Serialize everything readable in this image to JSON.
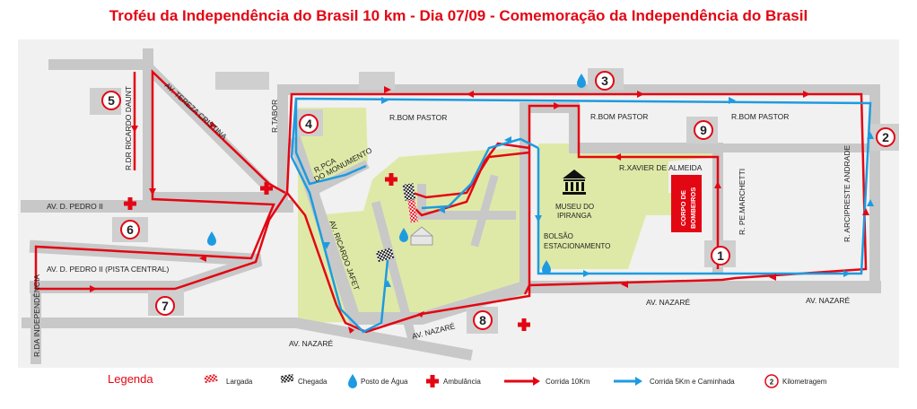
{
  "title": "Troféu da Independência do Brasil 10 km - Dia 07/09 - Comemoração da Independência do Brasil",
  "colors": {
    "route_10k": "#e30613",
    "route_5k": "#1e9be0",
    "street": "#c8c8c8",
    "park": "#dfe9a7",
    "title": "#e30613"
  },
  "streets": {
    "tereza_cristina": "AV. TEREZA CRISTINA",
    "ricardo_daunt": "R.DR RICARDO DAUNT",
    "tabor": "R.TABOR",
    "bom_pastor_1": "R.BOM PASTOR",
    "bom_pastor_2": "R.BOM PASTOR",
    "bom_pastor_3": "R.BOM PASTOR",
    "pca_monumento_1": "R.PCA",
    "pca_monumento_2": "DO MONUMENTO",
    "ricardo_jafet": "AV. RICARDO JAFET",
    "dom_pedro": "AV. D. PEDRO II",
    "dom_pedro_central": "AV. D. PEDRO II (PISTA CENTRAL)",
    "independencia": "R.DA INDEPENDÊNCIA",
    "nazare_1": "AV. NAZARÉ",
    "nazare_2": "AV. NAZARÉ",
    "nazare_3": "AV. NAZARÉ",
    "nazare_4": "AV. NAZARÉ",
    "xavier": "R.XAVIER DE ALMEIDA",
    "marchetti": "R. PE.MARCHETTI",
    "arcipreste": "R. ARCIPRESTE ANDRADE"
  },
  "places": {
    "museum_1": "MUSEU DO",
    "museum_2": "IPIRANGA",
    "parking_1": "BOLSÃO",
    "parking_2": "ESTACIONAMENTO",
    "fire_1": "CORPO DE",
    "fire_2": "BOMBEIROS"
  },
  "km_markers": [
    "1",
    "2",
    "3",
    "4",
    "5",
    "6",
    "7",
    "8",
    "9"
  ],
  "legend": {
    "title": "Legenda",
    "start": "Largada",
    "finish": "Chegada",
    "water": "Posto de Água",
    "ambulance": "Ambulância",
    "route_10k": "Corrida 10Km",
    "route_5k": "Corrida 5Km e Caminhada",
    "km": "Kilometragem",
    "km_example": "2"
  },
  "icons": [
    "water-drop-icon",
    "ambulance-cross-icon",
    "start-flag-icon",
    "finish-flag-icon",
    "museum-icon",
    "km-marker-icon"
  ]
}
